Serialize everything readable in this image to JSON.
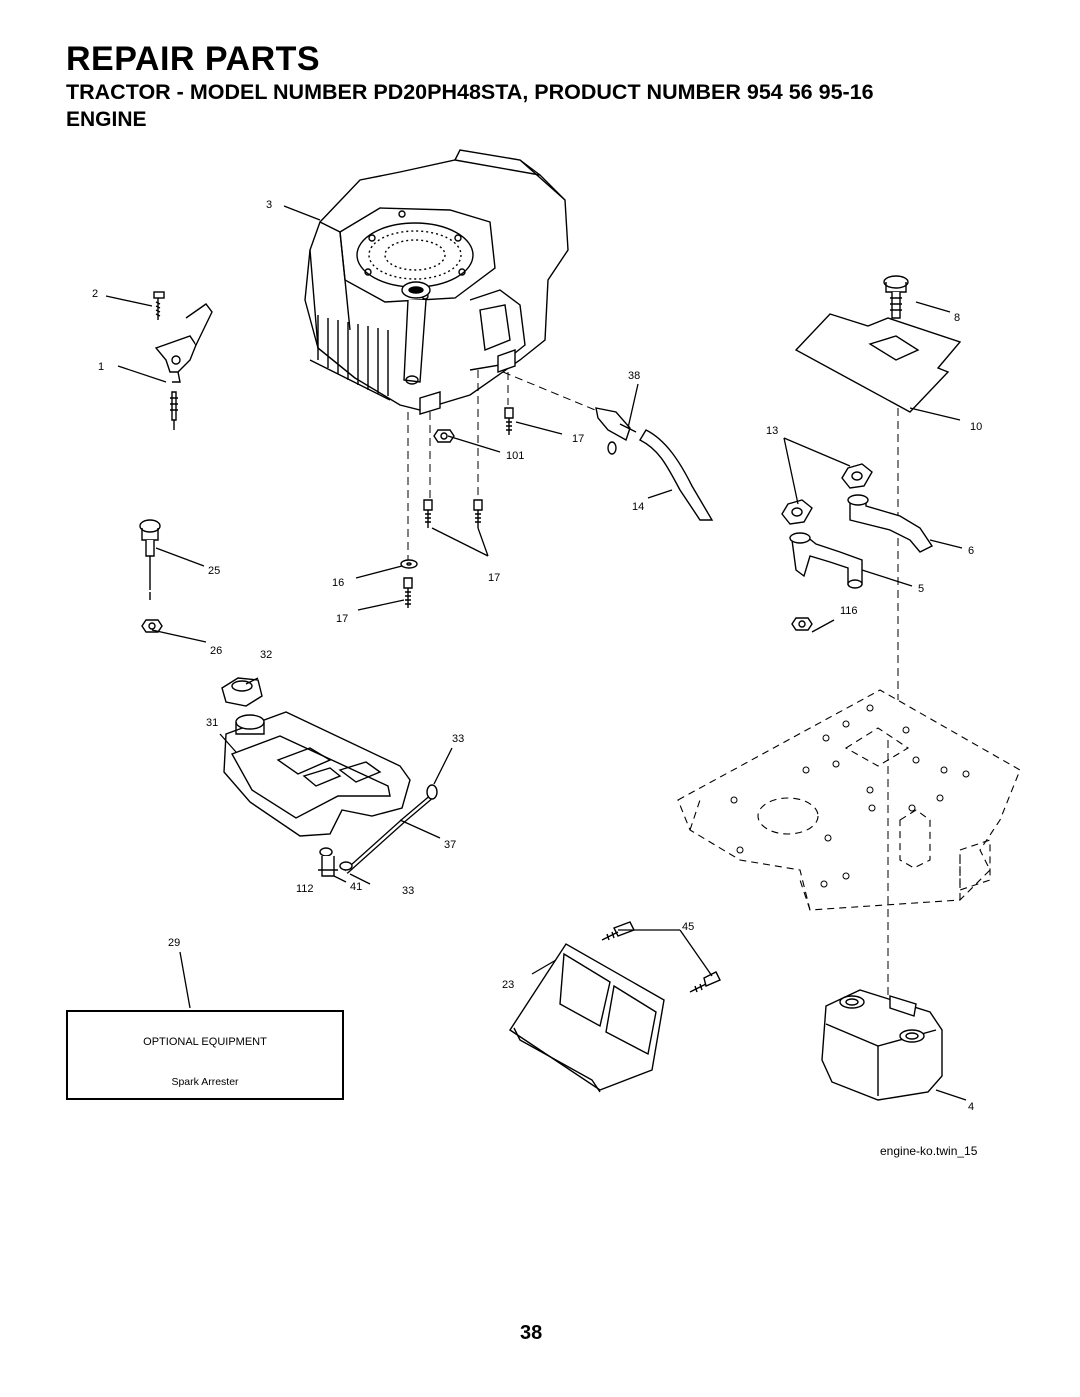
{
  "header": {
    "title": "REPAIR PARTS",
    "subtitle": "TRACTOR - MODEL NUMBER PD20PH48STA, PRODUCT NUMBER 954 56 95-16",
    "section": "ENGINE"
  },
  "callouts": {
    "c1": "1",
    "c2": "2",
    "c3": "3",
    "c4": "4",
    "c5": "5",
    "c6": "6",
    "c8": "8",
    "c10": "10",
    "c13": "13",
    "c14": "14",
    "c16": "16",
    "c17a": "17",
    "c17b": "17",
    "c17c": "17",
    "c23": "23",
    "c25": "25",
    "c26": "26",
    "c29": "29",
    "c31": "31",
    "c32": "32",
    "c33a": "33",
    "c33b": "33",
    "c37": "37",
    "c38": "38",
    "c41": "41",
    "c45": "45",
    "c101": "101",
    "c112": "112",
    "c116": "116"
  },
  "optional_box": {
    "title": "OPTIONAL EQUIPMENT",
    "item": "Spark Arrester"
  },
  "figure_id": "engine-ko.twin_15",
  "page_number": "38"
}
